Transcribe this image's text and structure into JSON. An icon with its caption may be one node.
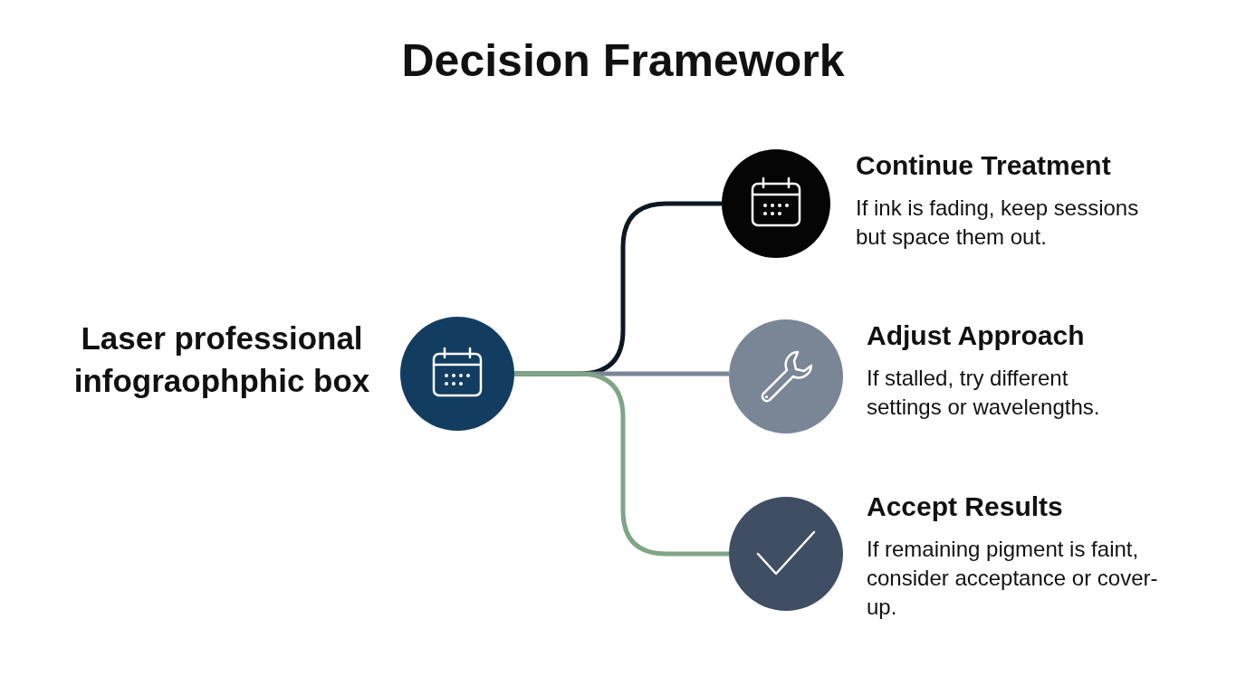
{
  "diagram": {
    "title": "Decision Framework",
    "nodes": [
      {
        "text": [],
        "shape": "circle",
        "beside": [
          "Laser professional infograophphic box"
        ]
      },
      {
        "text": [],
        "shape": "circle",
        "beside": [
          "Continue Treatment",
          "If ink is fading, keep sessions but space them out."
        ]
      },
      {
        "text": [],
        "shape": "circle",
        "beside": [
          "Adjust Approach",
          "If stalled, try different settings or wavelengths."
        ]
      },
      {
        "text": [],
        "shape": "circle",
        "beside": [
          "Accept Results",
          "If remaining pigment is faint, consider acceptance or cover-up."
        ]
      }
    ],
    "edges": [
      {
        "from": 0,
        "to": 1,
        "arrow": "none",
        "color": "#0d1824"
      },
      {
        "from": 0,
        "to": 2,
        "arrow": "none",
        "color": "#7a8596"
      },
      {
        "from": 0,
        "to": 3,
        "arrow": "none",
        "color": "#7fa585"
      }
    ]
  }
}
